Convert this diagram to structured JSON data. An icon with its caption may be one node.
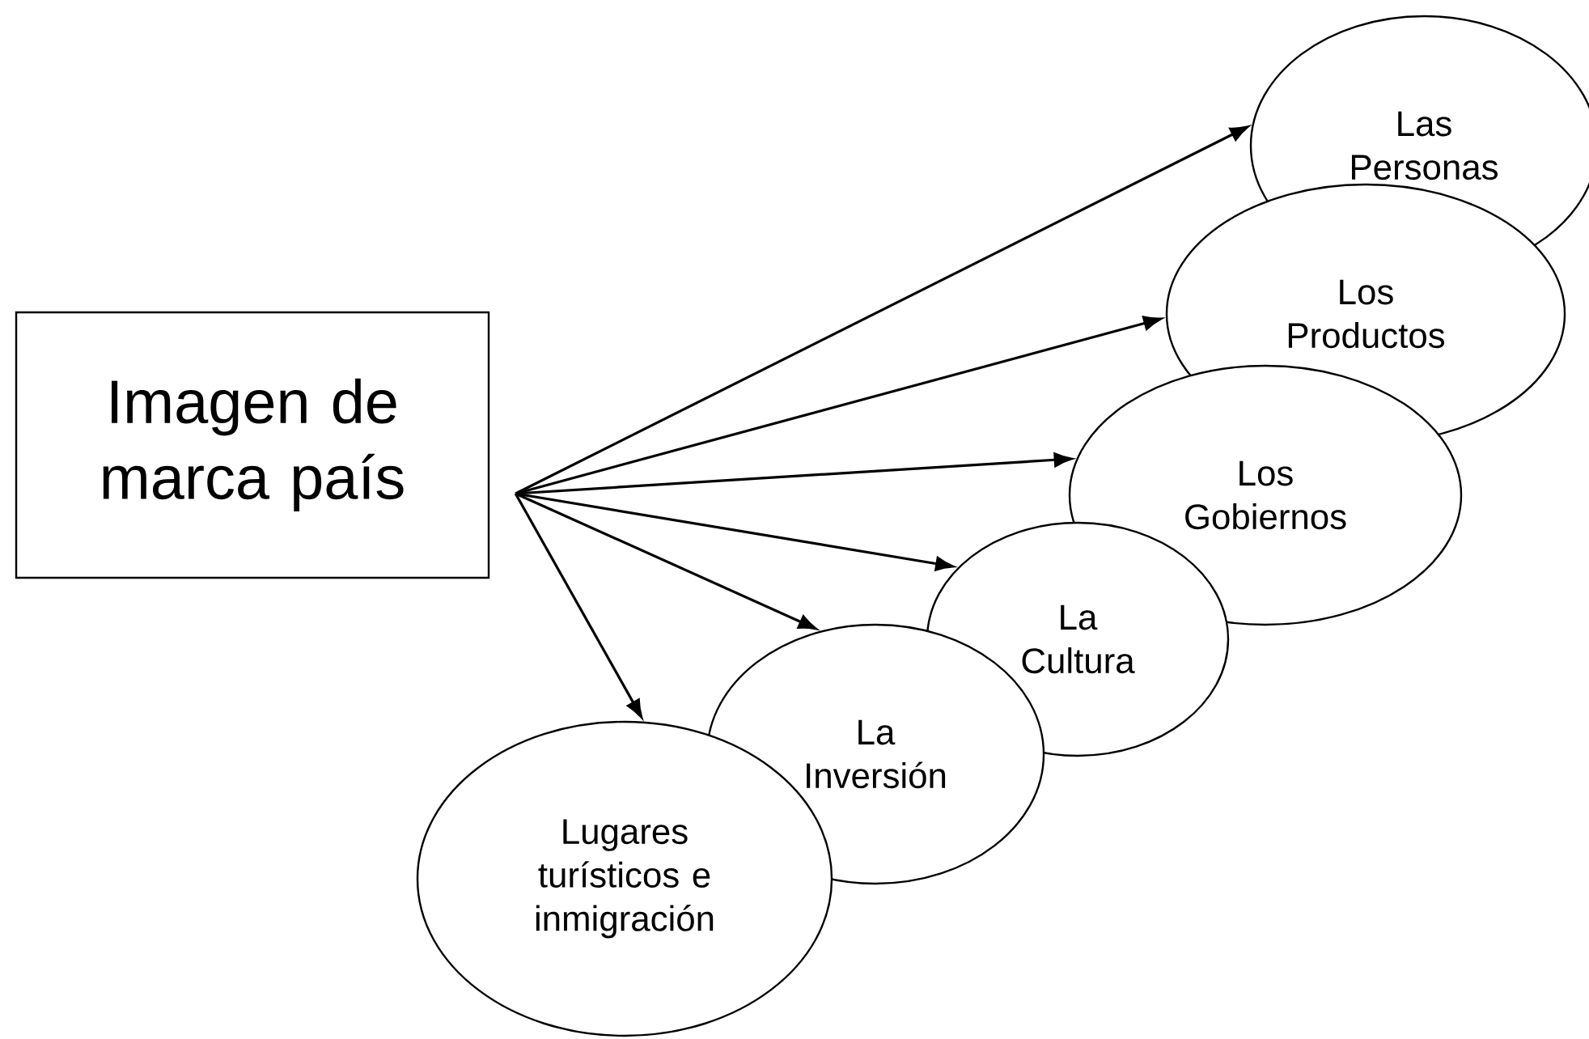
{
  "diagram": {
    "nodes": [
      {
        "text": [
          "Imagen de marca país"
        ]
      },
      {
        "text": [
          "Las Personas"
        ]
      },
      {
        "text": [
          "Los Productos"
        ]
      },
      {
        "text": [
          "Los Gobiernos"
        ]
      },
      {
        "text": [
          "La Cultura"
        ]
      },
      {
        "text": [
          "La Inversión"
        ]
      },
      {
        "text": [
          "Lugares turísticos e inmigración"
        ]
      }
    ],
    "edges": [
      {
        "from": 0,
        "to": 1,
        "arrow": "to"
      },
      {
        "from": 0,
        "to": 2,
        "arrow": "to"
      },
      {
        "from": 0,
        "to": 3,
        "arrow": "to"
      },
      {
        "from": 0,
        "to": 4,
        "arrow": "to"
      },
      {
        "from": 0,
        "to": 5,
        "arrow": "to"
      },
      {
        "from": 0,
        "to": 6,
        "arrow": "to"
      }
    ]
  }
}
